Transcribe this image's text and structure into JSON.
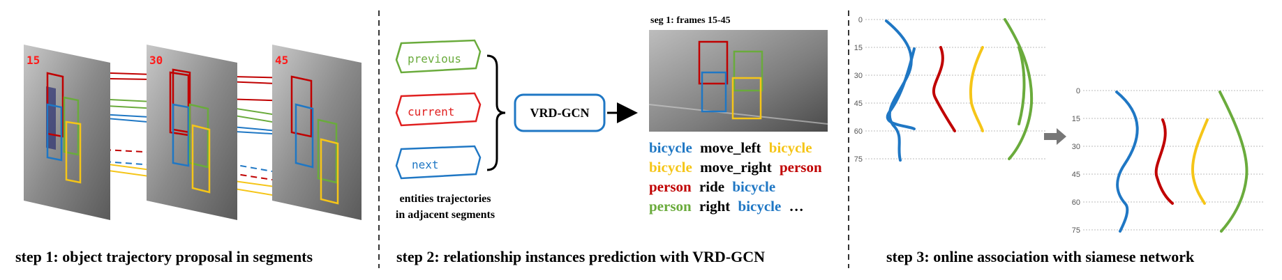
{
  "colors": {
    "red": "#c00000",
    "blue": "#1f77c4",
    "green": "#6aab3c",
    "yellow": "#f5c518",
    "black": "#000000"
  },
  "step1": {
    "frame_labels": [
      "15",
      "30",
      "45"
    ],
    "caption": "step 1: object trajectory proposal in segments"
  },
  "step2": {
    "segments": [
      "previous",
      "current",
      "next"
    ],
    "entities_caption_line1": "entities trajectories",
    "entities_caption_line2": "in adjacent segments",
    "model_label": "VRD-GCN",
    "seg_title": "seg 1: frames 15-45",
    "relations": [
      {
        "subject": "bicycle",
        "predicate": "move_left",
        "object": "bicycle"
      },
      {
        "subject": "bicycle",
        "predicate": "move_right",
        "object": "person"
      },
      {
        "subject": "person",
        "predicate": "ride",
        "object": "bicycle"
      },
      {
        "subject": "person",
        "predicate": "right",
        "object": "bicycle"
      }
    ],
    "ellipsis": "…",
    "caption": "step 2: relationship instances prediction with VRD-GCN"
  },
  "step3": {
    "y_ticks": [
      "0",
      "15",
      "30",
      "45",
      "60",
      "75"
    ],
    "caption": "step 3: online association with siamese network"
  }
}
